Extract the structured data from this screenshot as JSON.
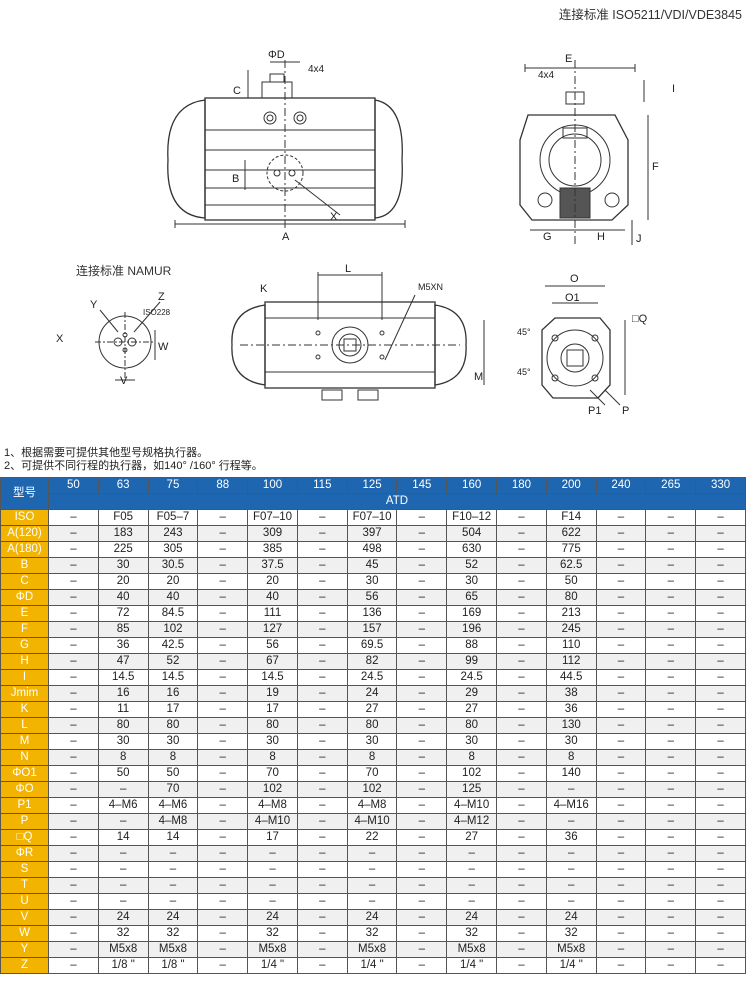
{
  "header": {
    "title": "连接标准 ISO5211/VDI/VDE3845"
  },
  "drawing_labels": {
    "phi_d": "ΦD",
    "key_4x4": "4x4",
    "c": "C",
    "b": "B",
    "a": "A",
    "x": "X",
    "e": "E",
    "key_4x4_2": "4x4",
    "i": "I",
    "f": "F",
    "g": "G",
    "h": "H",
    "j": "J",
    "namur": "连接标准 NAMUR",
    "y": "Y",
    "z": "Z",
    "iso228": "ISO228",
    "x2": "X",
    "w": "W",
    "v": "V",
    "k": "K",
    "l": "L",
    "m5xn": "M5XN",
    "m": "M",
    "o": "O",
    "o1": "O1",
    "q": "□Q",
    "deg45a": "45°",
    "deg45b": "45°",
    "p1": "P1",
    "p": "P"
  },
  "notes": [
    "1、根据需要可提供其他型号规格执行器。",
    "2、可提供不同行程的执行器，如140° /160° 行程等。"
  ],
  "table": {
    "corner": "型号",
    "models": [
      "50",
      "63",
      "75",
      "88",
      "100",
      "115",
      "125",
      "145",
      "160",
      "180",
      "200",
      "240",
      "265",
      "330"
    ],
    "subheader": "ATD",
    "rows": [
      {
        "label": "ISO",
        "values": [
          "–",
          "F05",
          "F05–7",
          "–",
          "F07–10",
          "–",
          "F07–10",
          "–",
          "F10–12",
          "–",
          "F14",
          "–",
          "–",
          "–"
        ]
      },
      {
        "label": "A(120)",
        "values": [
          "–",
          "183",
          "243",
          "–",
          "309",
          "–",
          "397",
          "–",
          "504",
          "–",
          "622",
          "–",
          "–",
          "–"
        ]
      },
      {
        "label": "A(180)",
        "values": [
          "–",
          "225",
          "305",
          "–",
          "385",
          "–",
          "498",
          "–",
          "630",
          "–",
          "775",
          "–",
          "–",
          "–"
        ]
      },
      {
        "label": "B",
        "values": [
          "–",
          "30",
          "30.5",
          "–",
          "37.5",
          "–",
          "45",
          "–",
          "52",
          "–",
          "62.5",
          "–",
          "–",
          "–"
        ]
      },
      {
        "label": "C",
        "values": [
          "–",
          "20",
          "20",
          "–",
          "20",
          "–",
          "30",
          "–",
          "30",
          "–",
          "50",
          "–",
          "–",
          "–"
        ]
      },
      {
        "label": "ΦD",
        "values": [
          "–",
          "40",
          "40",
          "–",
          "40",
          "–",
          "56",
          "–",
          "65",
          "–",
          "80",
          "–",
          "–",
          "–"
        ]
      },
      {
        "label": "E",
        "values": [
          "–",
          "72",
          "84.5",
          "–",
          "111",
          "–",
          "136",
          "–",
          "169",
          "–",
          "213",
          "–",
          "–",
          "–"
        ]
      },
      {
        "label": "F",
        "values": [
          "–",
          "85",
          "102",
          "–",
          "127",
          "–",
          "157",
          "–",
          "196",
          "–",
          "245",
          "–",
          "–",
          "–"
        ]
      },
      {
        "label": "G",
        "values": [
          "–",
          "36",
          "42.5",
          "–",
          "56",
          "–",
          "69.5",
          "–",
          "88",
          "–",
          "110",
          "–",
          "–",
          "–"
        ]
      },
      {
        "label": "H",
        "values": [
          "–",
          "47",
          "52",
          "–",
          "67",
          "–",
          "82",
          "–",
          "99",
          "–",
          "112",
          "–",
          "–",
          "–"
        ]
      },
      {
        "label": "I",
        "values": [
          "–",
          "14.5",
          "14.5",
          "–",
          "14.5",
          "–",
          "24.5",
          "–",
          "24.5",
          "–",
          "44.5",
          "–",
          "–",
          "–"
        ]
      },
      {
        "label": "Jmim",
        "values": [
          "–",
          "16",
          "16",
          "–",
          "19",
          "–",
          "24",
          "–",
          "29",
          "–",
          "38",
          "–",
          "–",
          "–"
        ]
      },
      {
        "label": "K",
        "values": [
          "–",
          "11",
          "17",
          "–",
          "17",
          "–",
          "27",
          "–",
          "27",
          "–",
          "36",
          "–",
          "–",
          "–"
        ]
      },
      {
        "label": "L",
        "values": [
          "–",
          "80",
          "80",
          "–",
          "80",
          "–",
          "80",
          "–",
          "80",
          "–",
          "130",
          "–",
          "–",
          "–"
        ]
      },
      {
        "label": "M",
        "values": [
          "–",
          "30",
          "30",
          "–",
          "30",
          "–",
          "30",
          "–",
          "30",
          "–",
          "30",
          "–",
          "–",
          "–"
        ]
      },
      {
        "label": "N",
        "values": [
          "–",
          "8",
          "8",
          "–",
          "8",
          "–",
          "8",
          "–",
          "8",
          "–",
          "8",
          "–",
          "–",
          "–"
        ]
      },
      {
        "label": "ΦO1",
        "values": [
          "–",
          "50",
          "50",
          "–",
          "70",
          "–",
          "70",
          "–",
          "102",
          "–",
          "140",
          "–",
          "–",
          "–"
        ]
      },
      {
        "label": "ΦO",
        "values": [
          "–",
          "–",
          "70",
          "–",
          "102",
          "–",
          "102",
          "–",
          "125",
          "–",
          "–",
          "–",
          "–",
          "–"
        ]
      },
      {
        "label": "P1",
        "values": [
          "–",
          "4–M6",
          "4–M6",
          "–",
          "4–M8",
          "–",
          "4–M8",
          "–",
          "4–M10",
          "–",
          "4–M16",
          "–",
          "–",
          "–"
        ]
      },
      {
        "label": "P",
        "values": [
          "–",
          "–",
          "4–M8",
          "–",
          "4–M10",
          "–",
          "4–M10",
          "–",
          "4–M12",
          "–",
          "–",
          "–",
          "–",
          "–"
        ]
      },
      {
        "label": "□Q",
        "values": [
          "–",
          "14",
          "14",
          "–",
          "17",
          "–",
          "22",
          "–",
          "27",
          "–",
          "36",
          "–",
          "–",
          "–"
        ]
      },
      {
        "label": "ΦR",
        "values": [
          "–",
          "–",
          "–",
          "–",
          "–",
          "–",
          "–",
          "–",
          "–",
          "–",
          "–",
          "–",
          "–",
          "–"
        ]
      },
      {
        "label": "S",
        "values": [
          "–",
          "–",
          "–",
          "–",
          "–",
          "–",
          "–",
          "–",
          "–",
          "–",
          "–",
          "–",
          "–",
          "–"
        ]
      },
      {
        "label": "T",
        "values": [
          "–",
          "–",
          "–",
          "–",
          "–",
          "–",
          "–",
          "–",
          "–",
          "–",
          "–",
          "–",
          "–",
          "–"
        ]
      },
      {
        "label": "U",
        "values": [
          "–",
          "–",
          "–",
          "–",
          "–",
          "–",
          "–",
          "–",
          "–",
          "–",
          "–",
          "–",
          "–",
          "–"
        ]
      },
      {
        "label": "V",
        "values": [
          "–",
          "24",
          "24",
          "–",
          "24",
          "–",
          "24",
          "–",
          "24",
          "–",
          "24",
          "–",
          "–",
          "–"
        ]
      },
      {
        "label": "W",
        "values": [
          "–",
          "32",
          "32",
          "–",
          "32",
          "–",
          "32",
          "–",
          "32",
          "–",
          "32",
          "–",
          "–",
          "–"
        ]
      },
      {
        "label": "Y",
        "values": [
          "–",
          "M5x8",
          "M5x8",
          "–",
          "M5x8",
          "–",
          "M5x8",
          "–",
          "M5x8",
          "–",
          "M5x8",
          "–",
          "–",
          "–"
        ]
      },
      {
        "label": "Z",
        "values": [
          "–",
          "1/8 \"",
          "1/8 \"",
          "–",
          "1/4 \"",
          "–",
          "1/4 \"",
          "–",
          "1/4 \"",
          "–",
          "1/4 \"",
          "–",
          "–",
          "–"
        ]
      }
    ]
  }
}
